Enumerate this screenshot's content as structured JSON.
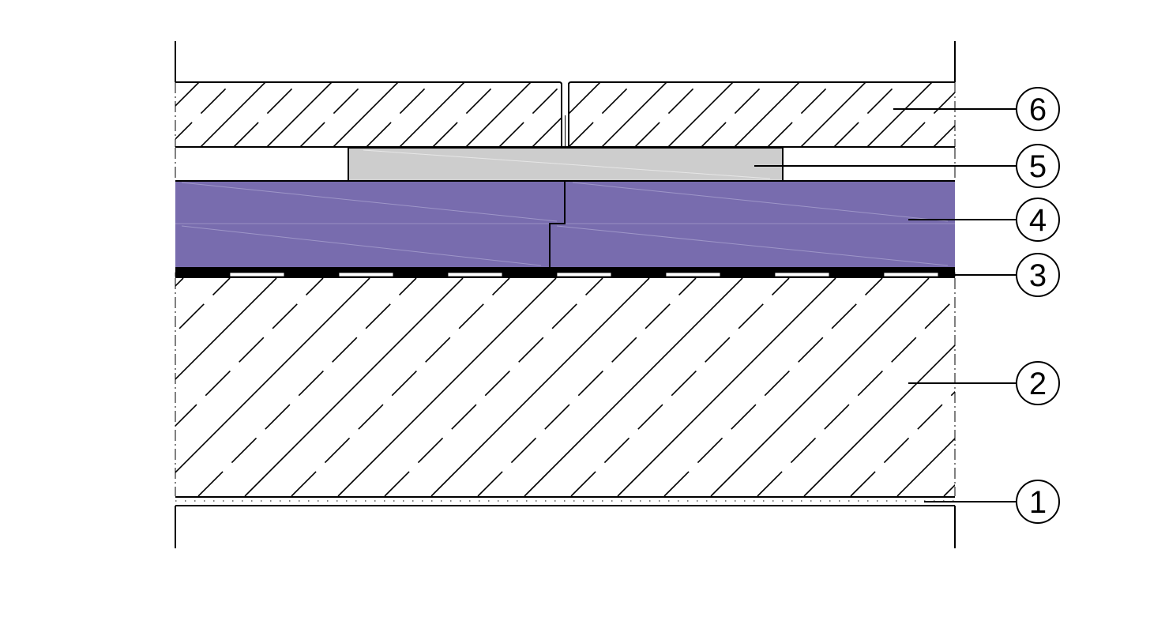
{
  "diagram": {
    "colors": {
      "background": "#ffffff",
      "line": "#000000",
      "insulation": "#786cae",
      "insulation_edge": "#1a1a1a",
      "filler": "#cdcdcd",
      "gap": "#ffffff"
    },
    "layers": [
      {
        "id": "layer-1",
        "callout": "1"
      },
      {
        "id": "layer-2",
        "callout": "2"
      },
      {
        "id": "layer-3",
        "callout": "3"
      },
      {
        "id": "layer-4",
        "callout": "4"
      },
      {
        "id": "layer-5",
        "callout": "5"
      },
      {
        "id": "layer-6",
        "callout": "6"
      }
    ]
  }
}
